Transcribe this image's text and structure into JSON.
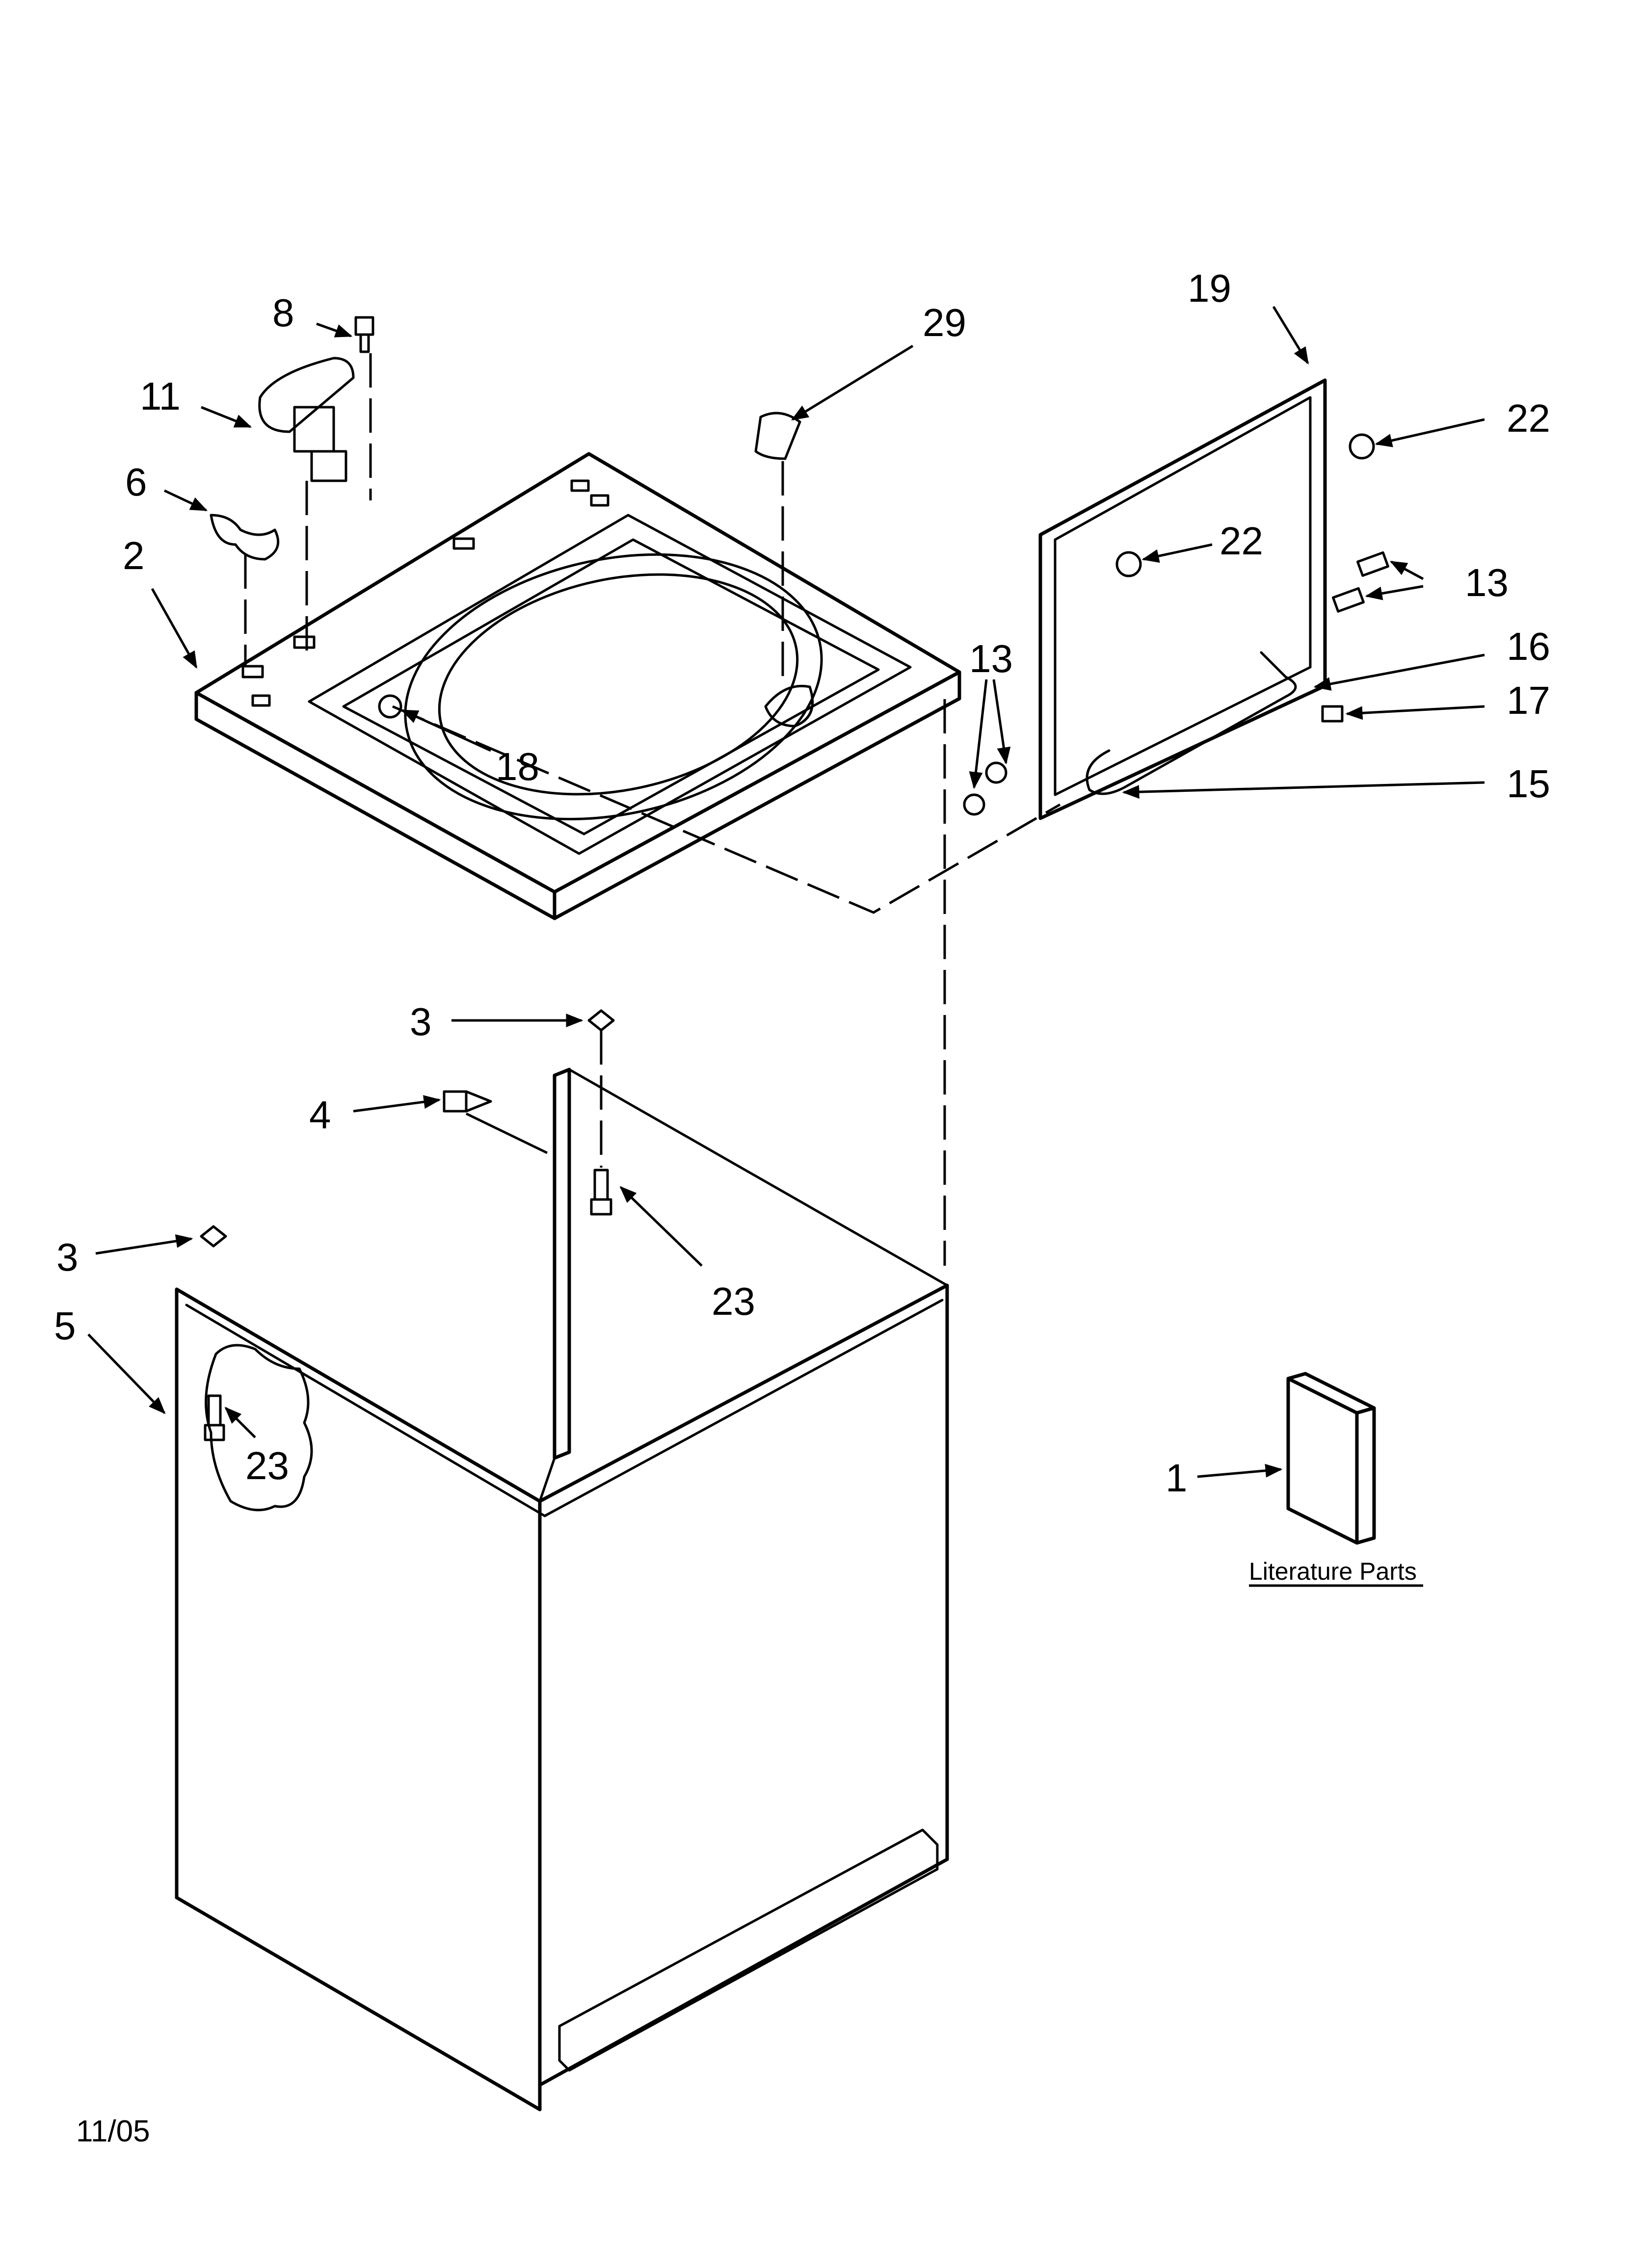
{
  "callouts": {
    "c1": "1",
    "c2": "2",
    "c3a": "3",
    "c3b": "3",
    "c4": "4",
    "c5": "5",
    "c6": "6",
    "c8": "8",
    "c11": "11",
    "c13a": "13",
    "c13b": "13",
    "c15": "15",
    "c16": "16",
    "c17": "17",
    "c18": "18",
    "c19": "19",
    "c22a": "22",
    "c22b": "22",
    "c23a": "23",
    "c23b": "23",
    "c29": "29"
  },
  "literature_label": "Literature Parts",
  "date_code": "11/05"
}
